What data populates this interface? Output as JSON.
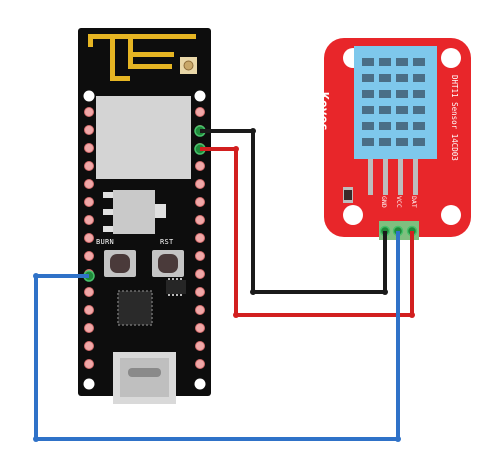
{
  "board": {
    "burn_label": "BURN",
    "rst_label": "RST",
    "antenna_icon": "wifi-antenna-icon",
    "usb_icon": "usb-c-connector-icon",
    "chip_icon": "microcontroller-chip-icon"
  },
  "sensor": {
    "brand": "Keyes",
    "title": "DHT11 Sensor 14CD03",
    "pins": [
      "GND",
      "VCC",
      "DAT"
    ],
    "body_color": "#e8262a",
    "grille_color": "#7ec8ec"
  },
  "wires": {
    "gnd_color": "#1a1a1a",
    "vcc_color": "#d21f1f",
    "data_color": "#2f72c8"
  }
}
